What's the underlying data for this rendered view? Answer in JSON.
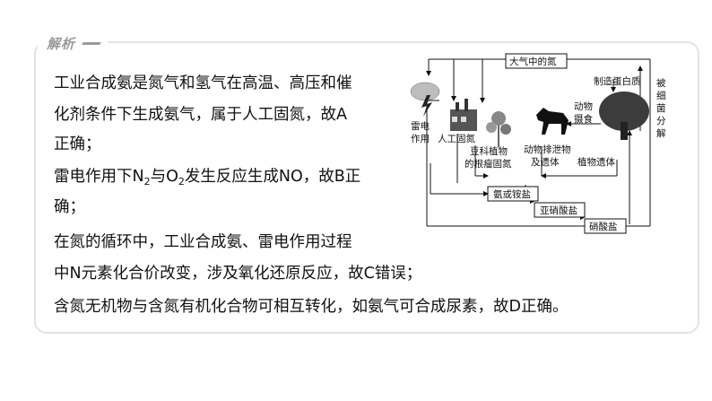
{
  "badge": {
    "label": "解析"
  },
  "text": {
    "l1": "工业合成氨是氮气和氢气在高温、高压和催",
    "l2": "化剂条件下生成氨气，属于人工固氮，故A",
    "l3": "正确；",
    "l4_a": "雷电作用下N",
    "l4_sub1": "2",
    "l4_b": "与O",
    "l4_sub2": "2",
    "l4_c": "发生反应生成NO，故B正",
    "l5": "确；",
    "l6": "在氮的循环中，工业合成氨、雷电作用过程",
    "l7": "中N元素化合价改变，涉及氧化还原反应，故C错误；",
    "l8": "含氮无机物与含氮有机化合物可相互转化，如氨气可合成尿素，故D正确。"
  },
  "diagram": {
    "atmosphere": "大气中的氮",
    "protein": "制造蛋白质",
    "bacteria": "被细菌分解",
    "lightning_1": "雷电",
    "lightning_2": "作用",
    "artificial": "人工固氮",
    "legume_1": "豆科植物",
    "legume_2": "的根瘤固氮",
    "animal_eat_1": "动物",
    "animal_eat_2": "摄食",
    "excrement_1": "动物排泄物",
    "excrement_2": "及遗体",
    "plant_remains": "植物遗体",
    "ammonia": "氨或铵盐",
    "nitrite": "亚硝酸盐",
    "nitrate": "硝酸盐"
  }
}
